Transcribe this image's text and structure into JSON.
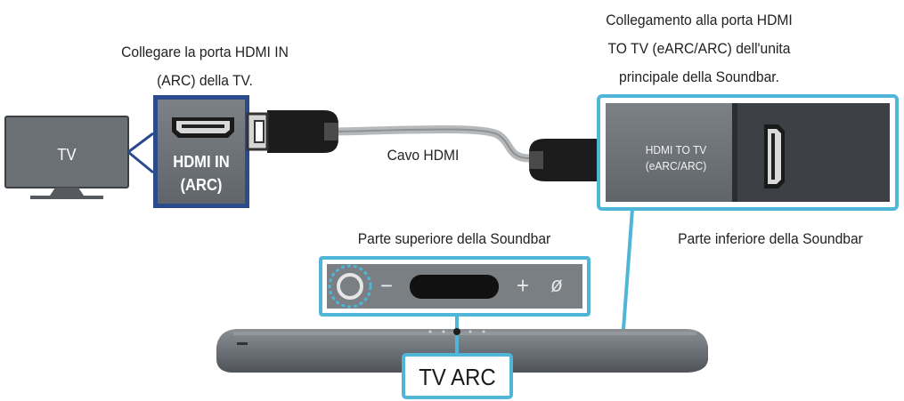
{
  "callouts": {
    "tv_port": [
      "Collegare la porta HDMI IN",
      "(ARC) della TV."
    ],
    "soundbar_port": [
      "Collegamento alla porta HDMI",
      "TO TV (eARC/ARC) dell'unita",
      "principale della Soundbar."
    ],
    "cable": "Cavo HDMI",
    "top_of_soundbar": "Parte superiore della Soundbar",
    "bottom_of_soundbar": "Parte inferiore della Soundbar"
  },
  "tv": {
    "label": "TV"
  },
  "tv_port": {
    "line1": "HDMI IN",
    "line2": "(ARC)"
  },
  "soundbar_port": {
    "line1": "HDMI TO TV",
    "line2": "(eARC/ARC)"
  },
  "soundbar_buttons": {
    "minus": "−",
    "plus": "+",
    "mic_off": "ø"
  },
  "badge": {
    "label": "TV ARC"
  },
  "colors": {
    "accent": "#4fb6da",
    "tv_port_frame": "#2a4c8c",
    "device": "#6f7479",
    "dark": "#1a1a1a"
  },
  "icons": [
    "tv-icon",
    "hdmi-port-icon",
    "hdmi-plug-icon",
    "power-source-button-icon",
    "minus-icon",
    "plus-icon",
    "mic-off-icon"
  ]
}
